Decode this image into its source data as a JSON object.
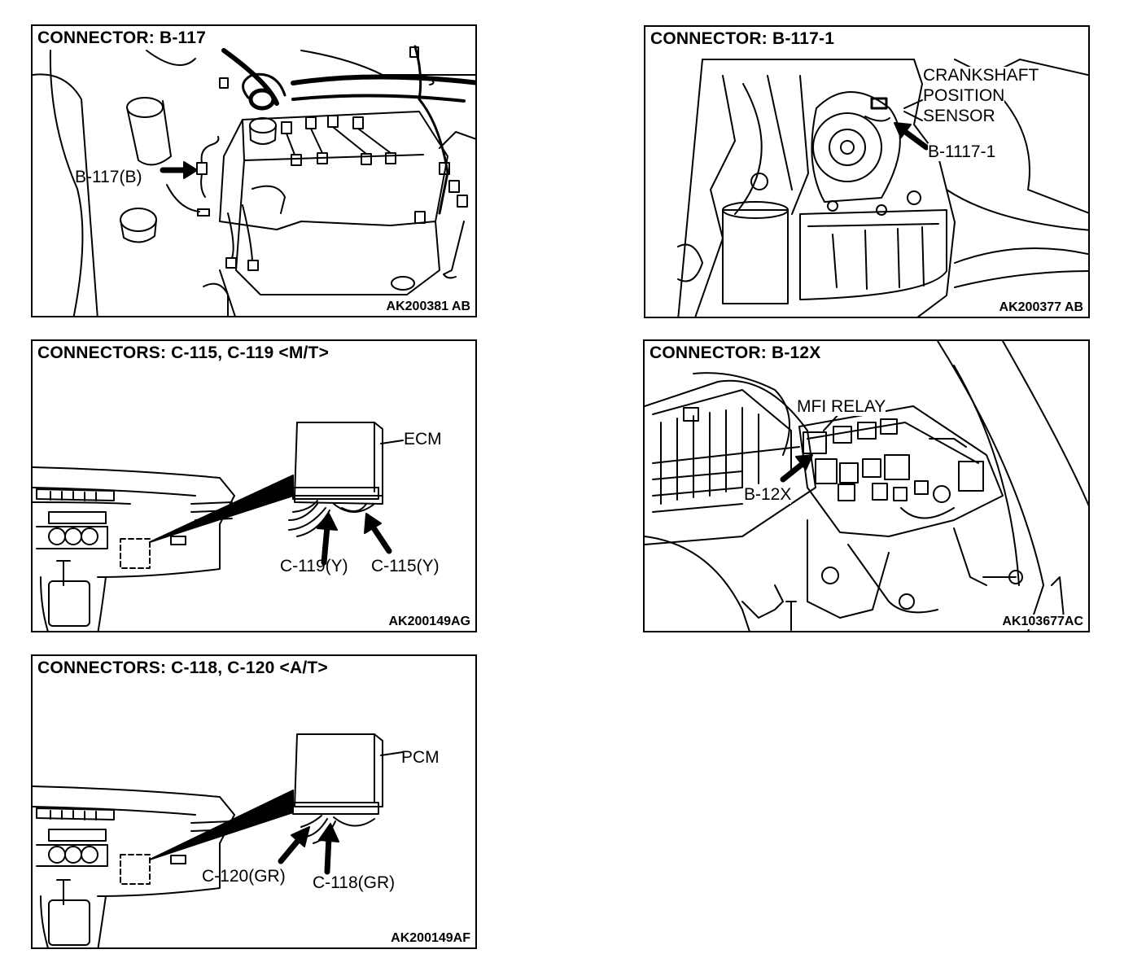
{
  "panels": {
    "b117": {
      "title": "CONNECTOR: B-117",
      "code": "AK200381 AB",
      "labels": {
        "connector": "B-117(B)"
      }
    },
    "b1171": {
      "title": "CONNECTOR: B-117-1",
      "code": "AK200377 AB",
      "labels": {
        "line1": "CRANKSHAFT",
        "line2": "POSITION",
        "line3": "SENSOR",
        "connector": "B-1117-1"
      }
    },
    "c115": {
      "title": "CONNECTORS: C-115, C-119 <M/T>",
      "code": "AK200149AG",
      "labels": {
        "module": "ECM",
        "left": "C-119(Y)",
        "right": "C-115(Y)"
      }
    },
    "b12x": {
      "title": "CONNECTOR: B-12X",
      "code": "AK103677AC",
      "labels": {
        "relay": "MFI RELAY",
        "connector": "B-12X"
      }
    },
    "c118": {
      "title": "CONNECTORS: C-118, C-120 <A/T>",
      "code": "AK200149AF",
      "labels": {
        "module": "PCM",
        "left": "C-120(GR)",
        "right": "C-118(GR)"
      }
    }
  }
}
